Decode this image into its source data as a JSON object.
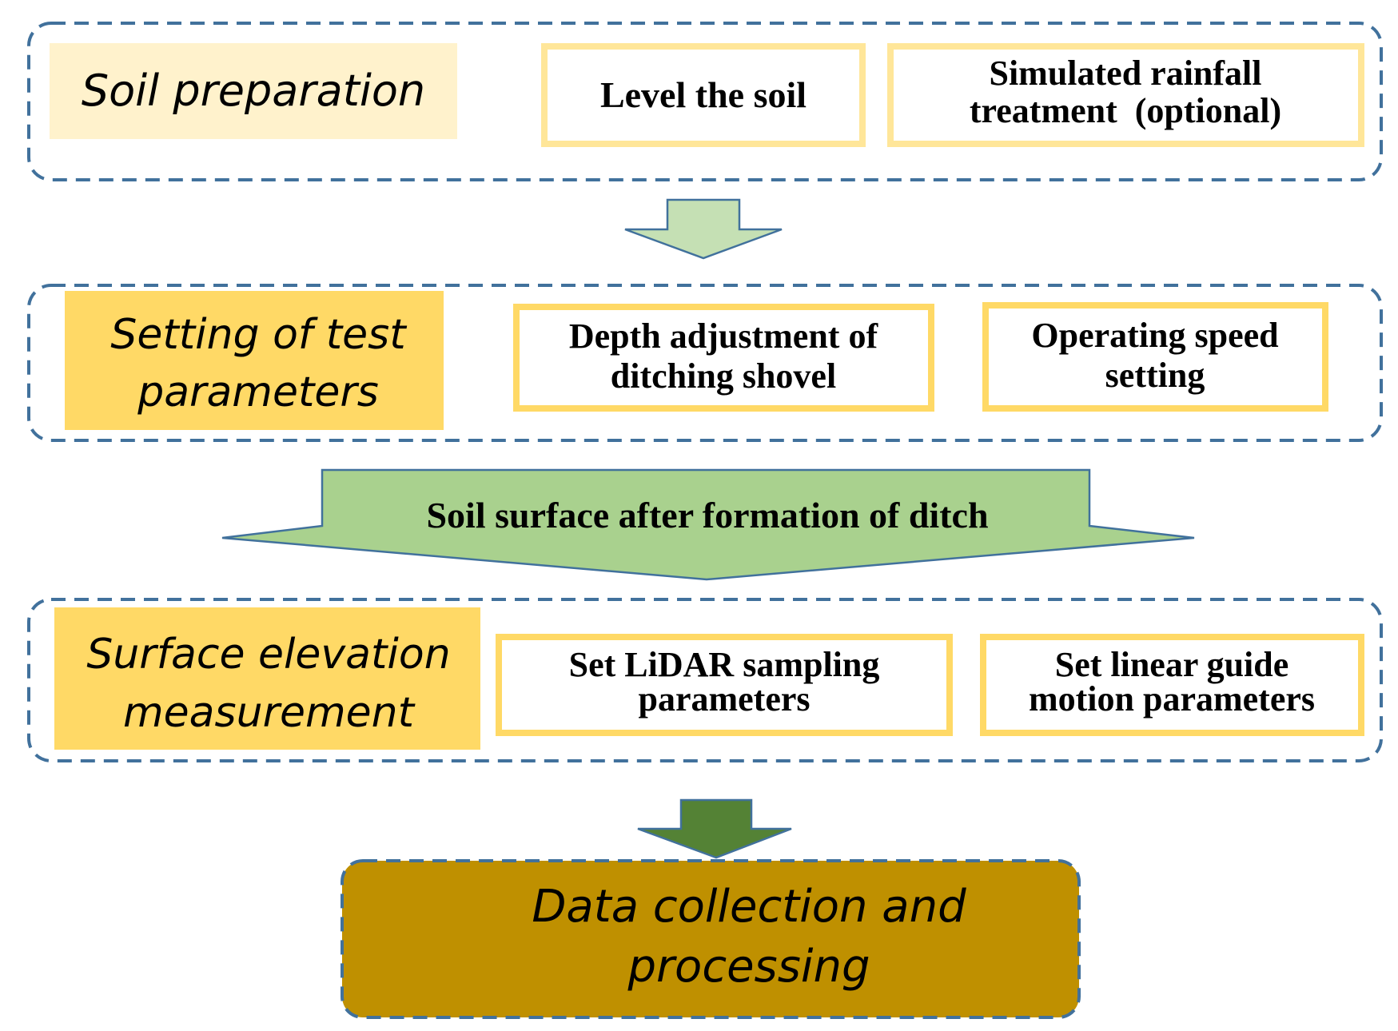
{
  "stages": [
    {
      "title": [
        "Soil preparation"
      ],
      "steps": [
        {
          "lines": [
            "Level the soil"
          ]
        },
        {
          "lines": [
            "Simulated rainfall",
            "treatment  (optional)"
          ]
        }
      ]
    },
    {
      "title": [
        "Setting of test",
        "parameters"
      ],
      "steps": [
        {
          "lines": [
            "Depth adjustment of",
            "ditching shovel"
          ]
        },
        {
          "lines": [
            "Operating speed",
            "setting"
          ]
        }
      ]
    },
    {
      "title": [
        "Surface elevation",
        "measurement"
      ],
      "steps": [
        {
          "lines": [
            "Set LiDAR sampling",
            "parameters"
          ]
        },
        {
          "lines": [
            "Set linear guide",
            "motion parameters"
          ]
        }
      ]
    }
  ],
  "transition_label": "Soil surface after formation of ditch",
  "final_step": [
    "Data collection and",
    "processing"
  ],
  "colors": {
    "dashed_border": "#41719C",
    "stage1_title_fill": "#FFF2CC",
    "stage_title_fill": "#FFD966",
    "step_border": "#FFE699",
    "step_border_strong": "#FFD966",
    "arrow1_fill": "#C5E0B4",
    "arrow2_fill": "#A9D18E",
    "arrow3_fill": "#548235",
    "final_fill": "#BF9000"
  }
}
